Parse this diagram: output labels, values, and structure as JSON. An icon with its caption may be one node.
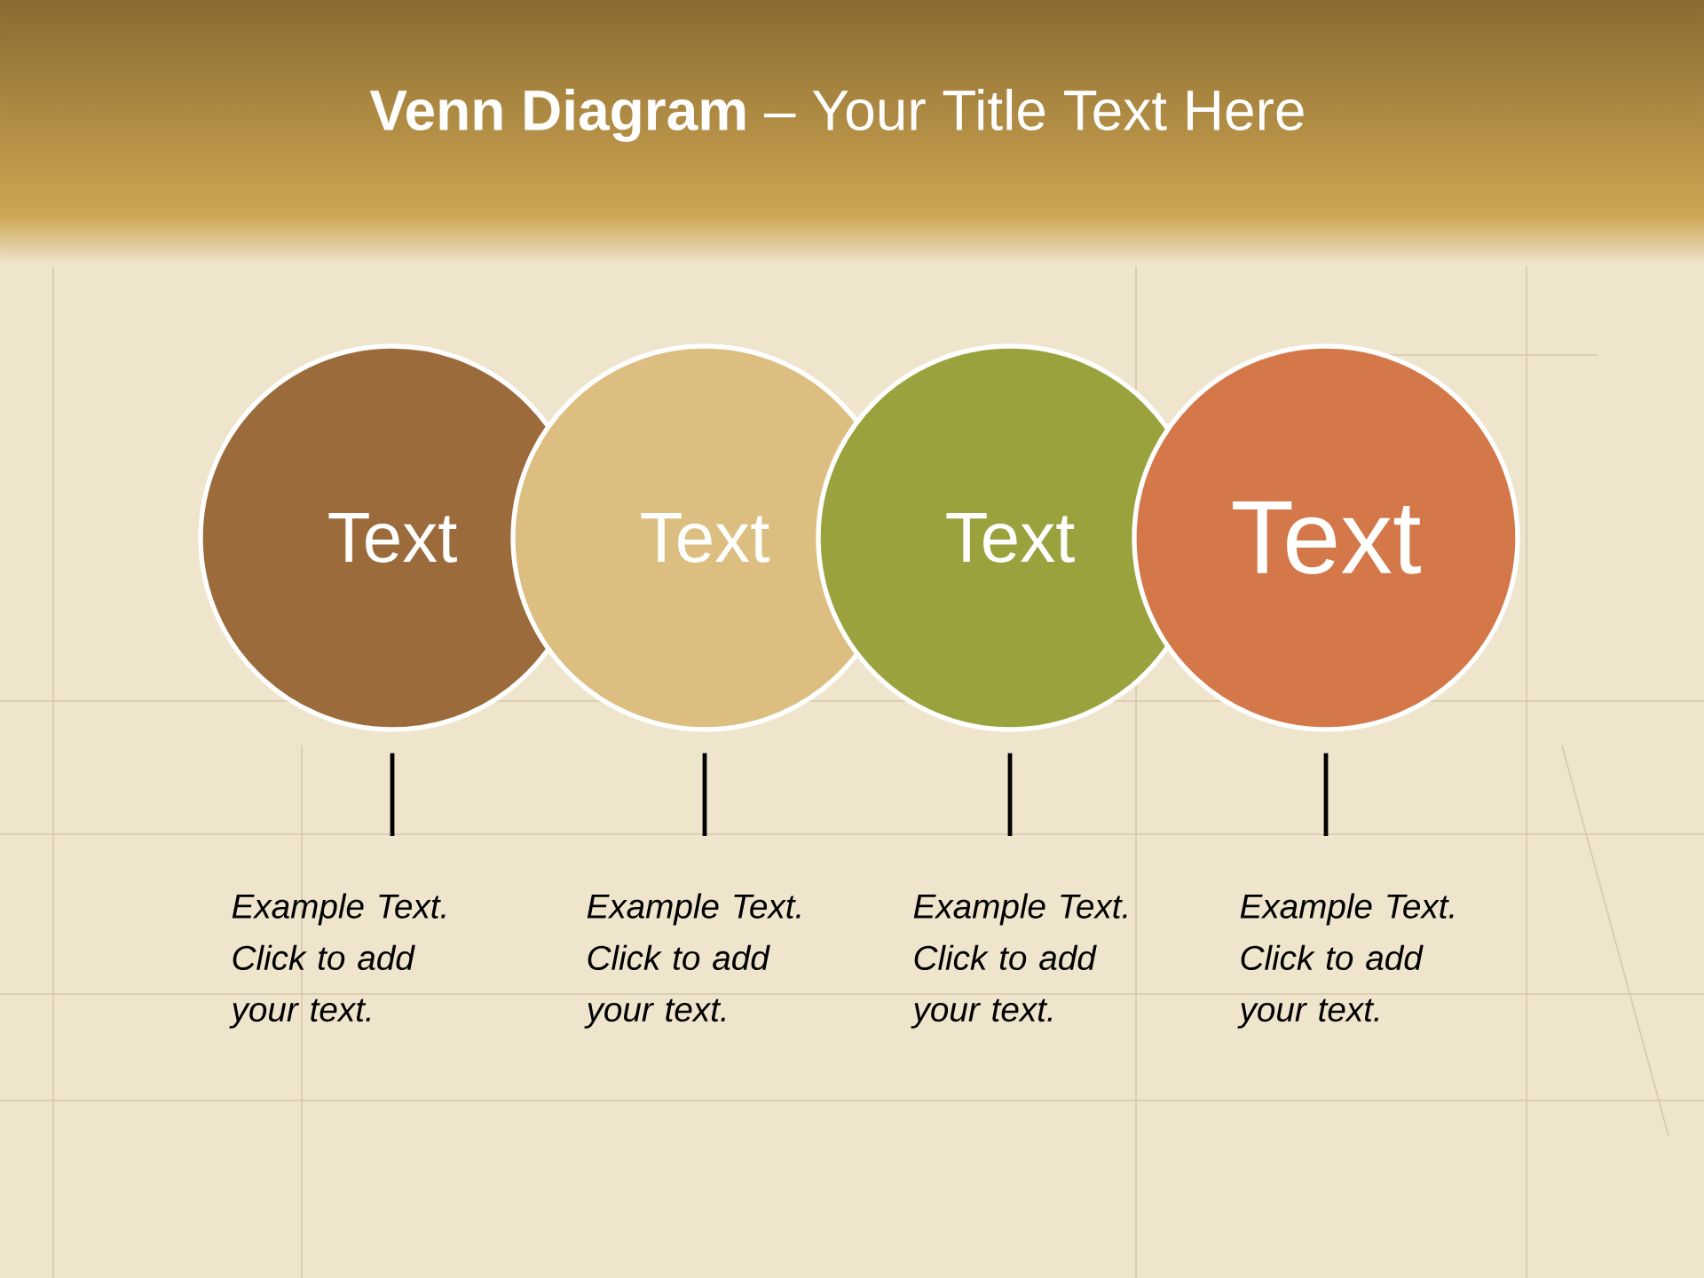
{
  "diagram": {
    "title": "**Venn Diagram** – Your Title Text Here",
    "nodes": [
      {
        "text": [
          "Text"
        ]
      },
      {
        "text": [
          "Text"
        ]
      },
      {
        "text": [
          "Text"
        ]
      },
      {
        "text": [
          "Text"
        ]
      },
      {
        "text": [
          "Example Text. Click to add your text."
        ]
      },
      {
        "text": [
          "Example Text. Click to add your text."
        ]
      },
      {
        "text": [
          "Example Text. Click to add your text."
        ]
      },
      {
        "text": [
          "Example Text. Click to add your text."
        ]
      }
    ],
    "edges": [
      {
        "from": 0,
        "to": 4,
        "arrow": "none"
      },
      {
        "from": 1,
        "to": 5,
        "arrow": "none"
      },
      {
        "from": 2,
        "to": 6,
        "arrow": "none"
      },
      {
        "from": 3,
        "to": 7,
        "arrow": "none"
      }
    ]
  }
}
